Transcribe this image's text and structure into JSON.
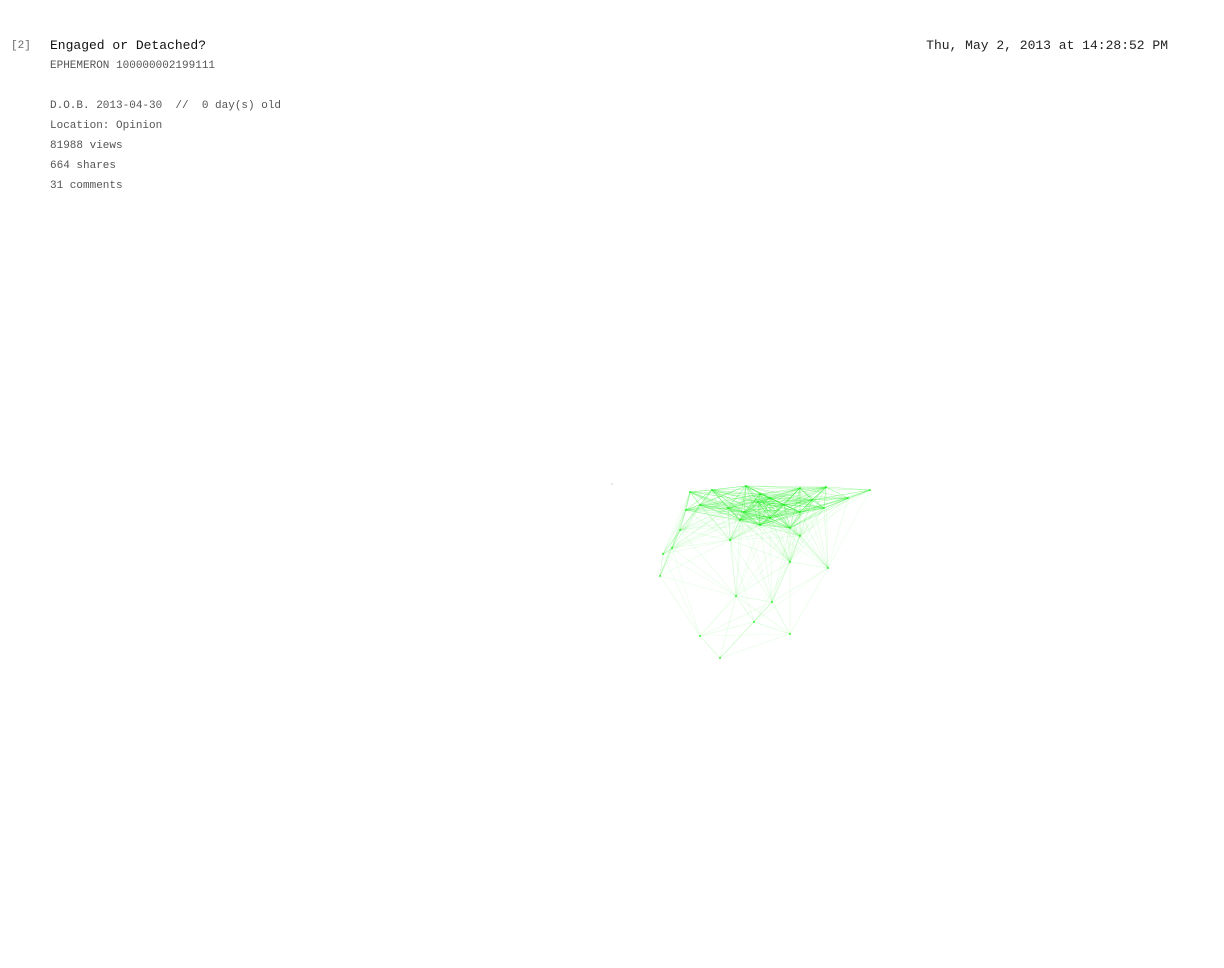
{
  "header": {
    "index": "[2]",
    "title": "Engaged or Detached?",
    "datetime": "Thu, May 2, 2013 at 14:28:52 PM"
  },
  "details": {
    "ephemeron": "EPHEMERON 100000002199111",
    "dob_line": "D.O.B. 2013-04-30  //  0 day(s) old",
    "location": "Location: Opinion",
    "views": "81988 views",
    "shares": "664 shares",
    "comments": "31 comments"
  },
  "network": {
    "color": "#22ee22"
  }
}
